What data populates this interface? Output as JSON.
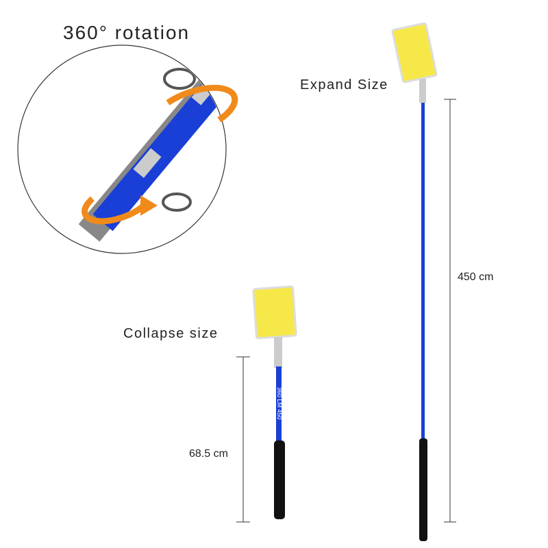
{
  "rotation_title": "360° rotation",
  "expand_label": "Expand Size",
  "collapse_label": "Collapse size",
  "expand_length": "450 cm",
  "collapse_length": "68.5 cm",
  "pole_marking": "360 LM 450",
  "colors": {
    "pole": "#1a3fd6",
    "panel": "#f7e84a",
    "arrow": "#f08a1a"
  }
}
